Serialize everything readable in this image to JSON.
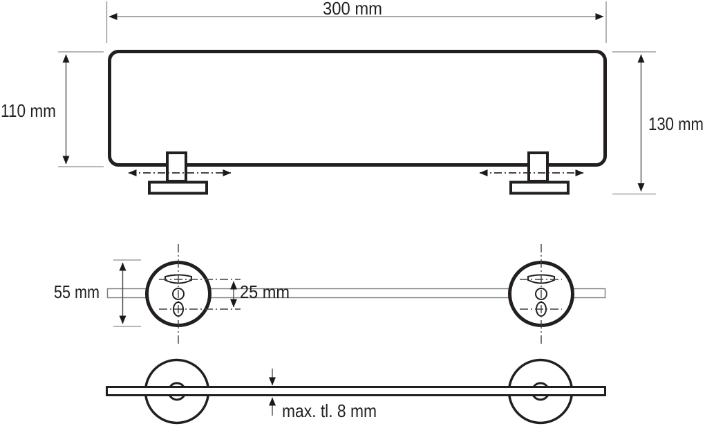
{
  "drawing": {
    "type": "technical-dimension-drawing",
    "subject": "wall-mounted glass shelf with two round wall plates",
    "views": {
      "plan": {
        "width_label": "300 mm",
        "depth_label": "110 mm",
        "total_depth_label": "130 mm"
      },
      "front": {
        "plate_diameter_label": "55 mm",
        "hole_spacing_label": "25 mm"
      },
      "bottom": {
        "glass_thickness_label": "max. tl. 8 mm"
      }
    },
    "colors": {
      "line": "#231f20",
      "dimension": "#8c8c8c",
      "dimension_dark": "#4d4d4d",
      "background": "#ffffff"
    }
  }
}
